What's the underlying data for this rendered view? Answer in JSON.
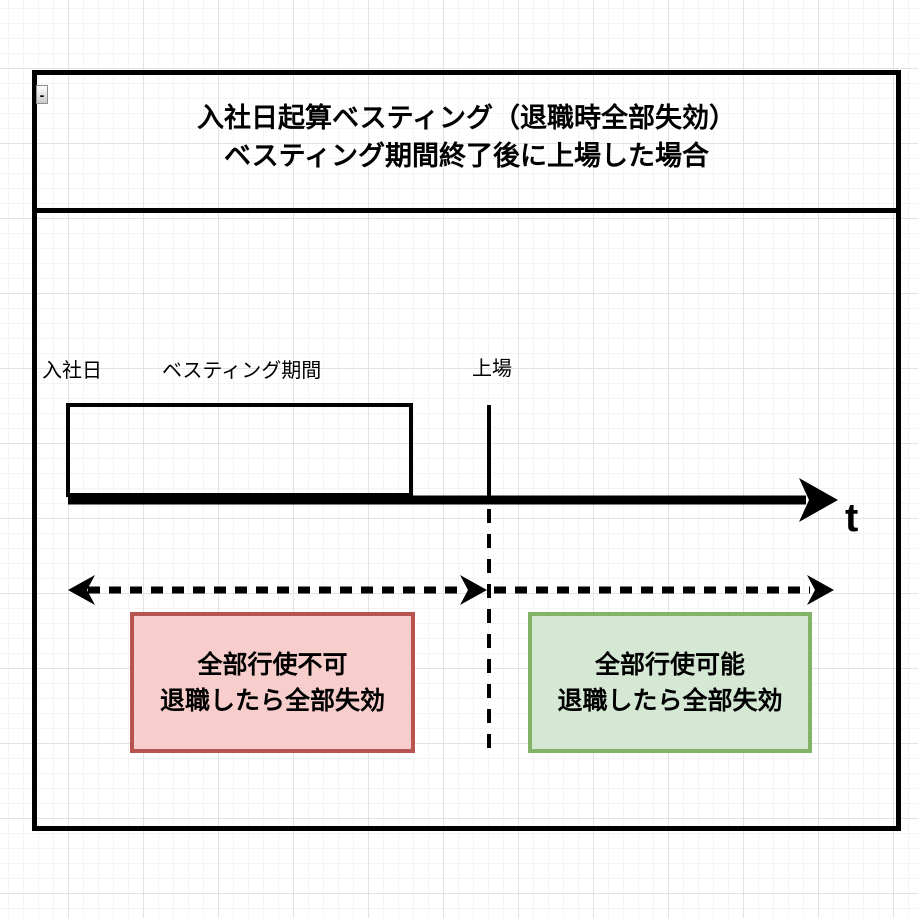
{
  "canvas": {
    "collapse_button_glyph": "-"
  },
  "diagram": {
    "title_line1": "入社日起算ベスティング（退職時全部失効）",
    "title_line2": "ベスティング期間終了後に上場した場合",
    "timeline": {
      "join_date_label": "入社日",
      "vesting_period_label": "ベスティング期間",
      "ipo_label": "上場",
      "time_axis_label": "t"
    },
    "pre_ipo_box": {
      "line1": "全部行使不可",
      "line2": "退職したら全部失効",
      "fill": "#f8cecc",
      "border": "#b85450"
    },
    "post_ipo_box": {
      "line1": "全部行使可能",
      "line2": "退職したら全部失効",
      "fill": "#d5e8d4",
      "border": "#82b366"
    },
    "colors": {
      "stroke": "#000000"
    }
  }
}
